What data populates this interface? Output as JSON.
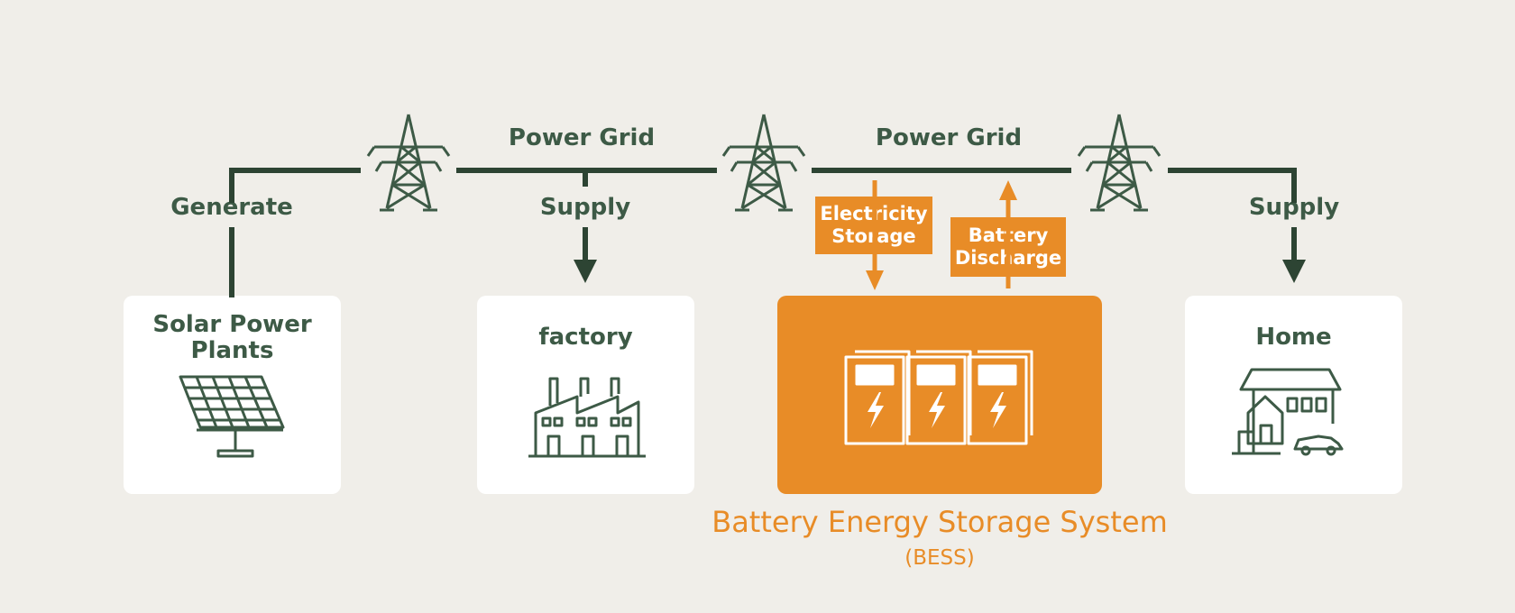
{
  "labels": {
    "grid_left": "Power Grid",
    "grid_right": "Power Grid",
    "generate": "Generate",
    "supply_factory": "Supply",
    "supply_home": "Supply"
  },
  "tags": {
    "storage": "Electricity\nStorage",
    "discharge": "Battery\nDischarge"
  },
  "cards": {
    "solar": "Solar Power\nPlants",
    "factory": "factory",
    "home": "Home"
  },
  "bess": {
    "title": "Battery Energy Storage System",
    "subtitle": "(BESS)"
  },
  "colors": {
    "line": "#2d4433",
    "icon": "#3d5a46",
    "accent": "#e88c27",
    "background": "#f0eee9"
  }
}
